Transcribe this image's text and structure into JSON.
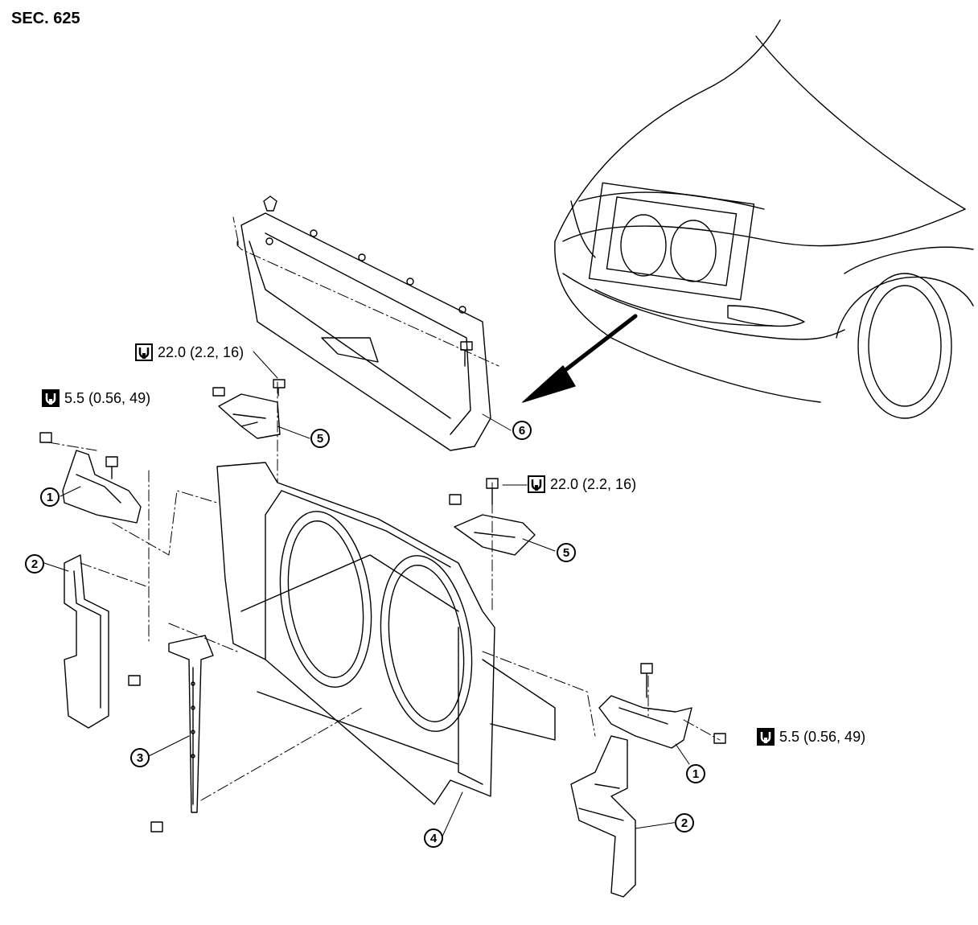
{
  "section_label": "SEC. 625",
  "torque_specs": {
    "upper_left": "22.0 (2.2, 16)",
    "left": "5.5 (0.56, 49)",
    "upper_right": "22.0 (2.2, 16)",
    "right": "5.5 (0.56, 49)"
  },
  "callouts": {
    "c1_left": "1",
    "c2_left": "2",
    "c3": "3",
    "c4": "4",
    "c5_upper": "5",
    "c5_right": "5",
    "c6": "6",
    "c1_right": "1",
    "c2_right": "2"
  }
}
